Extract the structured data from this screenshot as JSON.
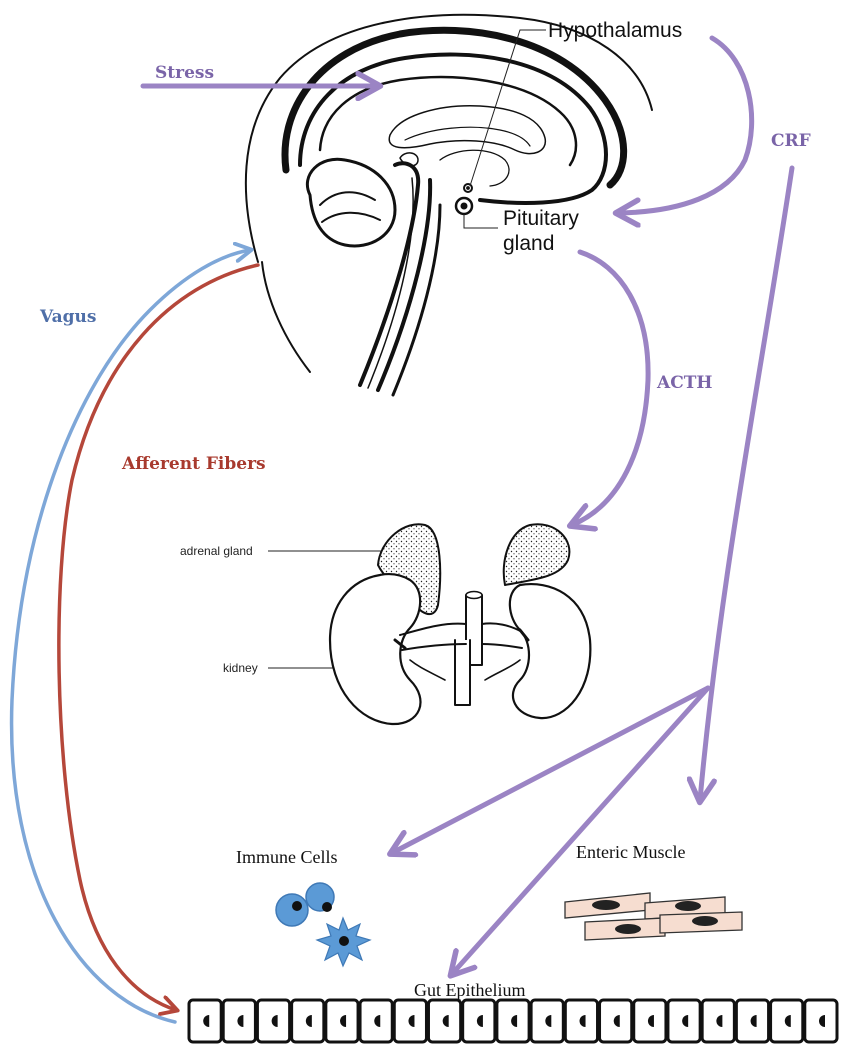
{
  "labels": {
    "stress": "Stress",
    "hypothalamus": "Hypothalamus",
    "pituitary_line1": "Pituitary",
    "pituitary_line2": "gland",
    "crf": "CRF",
    "acth": "ACTH",
    "vagus": "Vagus",
    "afferent": "Afferent Fibers",
    "adrenal": "adrenal gland",
    "kidney": "kidney",
    "immune": "Immune Cells",
    "enteric": "Enteric Muscle",
    "gut": "Gut Epithelium"
  },
  "colors": {
    "purple": "#9b84c4",
    "purple_text": "#7a64a8",
    "blue": "#7ea7d8",
    "blue_text": "#4f6fa8",
    "red": "#b5473a",
    "red_text": "#a83a2e",
    "cell_blue": "#5b9ad6",
    "muscle_fill": "#f6ddd0"
  },
  "gut_cell_count": 19
}
